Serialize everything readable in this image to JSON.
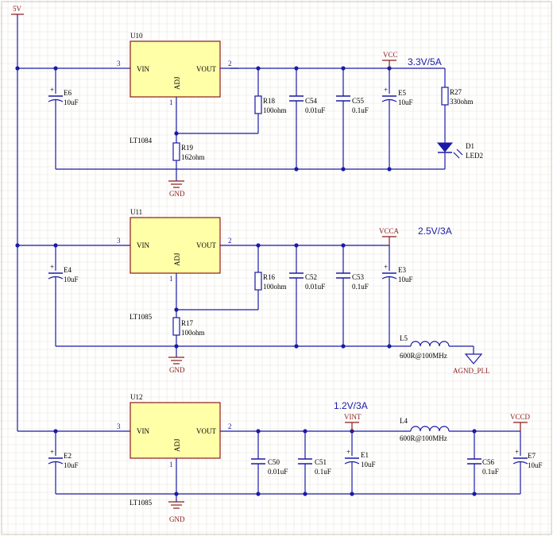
{
  "supply": {
    "label": "5V"
  },
  "regulators": [
    {
      "ref": "U10",
      "part": "LT1084",
      "pin_in": "VIN",
      "pin_out": "VOUT",
      "pin_adj": "ADJ",
      "pin_num_in": "3",
      "pin_num_out": "2",
      "pin_num_adj": "1",
      "rail": "VCC",
      "rating": "3.3V/5A",
      "input_cap": {
        "ref": "E6",
        "value": "10uF"
      },
      "r_top": {
        "ref": "R18",
        "value": "100ohm"
      },
      "r_bot": {
        "ref": "R19",
        "value": "162ohm"
      },
      "caps": [
        {
          "ref": "C54",
          "value": "0.01uF"
        },
        {
          "ref": "C55",
          "value": "0.1uF"
        },
        {
          "ref": "E5",
          "value": "10uF"
        }
      ],
      "led_resistor": {
        "ref": "R27",
        "value": "330ohm"
      },
      "led": {
        "ref": "D1",
        "value": "LED2"
      },
      "ground": "GND"
    },
    {
      "ref": "U11",
      "part": "LT1085",
      "pin_in": "VIN",
      "pin_out": "VOUT",
      "pin_adj": "ADJ",
      "pin_num_in": "3",
      "pin_num_out": "2",
      "pin_num_adj": "1",
      "rail": "VCCA",
      "rating": "2.5V/3A",
      "input_cap": {
        "ref": "E4",
        "value": "10uF"
      },
      "r_top": {
        "ref": "R16",
        "value": "100ohm"
      },
      "r_bot": {
        "ref": "R17",
        "value": "100ohm"
      },
      "caps": [
        {
          "ref": "C52",
          "value": "0.01uF"
        },
        {
          "ref": "C53",
          "value": "0.1uF"
        },
        {
          "ref": "E3",
          "value": "10uF"
        }
      ],
      "inductor": {
        "ref": "L5",
        "value": "600R@100MHz"
      },
      "ground": "GND",
      "analog_ground": "AGND_PLL"
    },
    {
      "ref": "U12",
      "part": "LT1085",
      "pin_in": "VIN",
      "pin_out": "VOUT",
      "pin_adj": "ADJ",
      "pin_num_in": "3",
      "pin_num_out": "2",
      "pin_num_adj": "1",
      "rail": "VINT",
      "rating": "1.2V/3A",
      "input_cap": {
        "ref": "E2",
        "value": "10uF"
      },
      "caps": [
        {
          "ref": "C50",
          "value": "0.01uF"
        },
        {
          "ref": "C51",
          "value": "0.1uF"
        },
        {
          "ref": "E1",
          "value": "10uF"
        }
      ],
      "inductor": {
        "ref": "L4",
        "value": "600R@100MHz"
      },
      "rail2": "VCCD",
      "caps2": [
        {
          "ref": "C56",
          "value": "0.1uF"
        },
        {
          "ref": "E7",
          "value": "10uF"
        }
      ],
      "ground": "GND"
    }
  ]
}
